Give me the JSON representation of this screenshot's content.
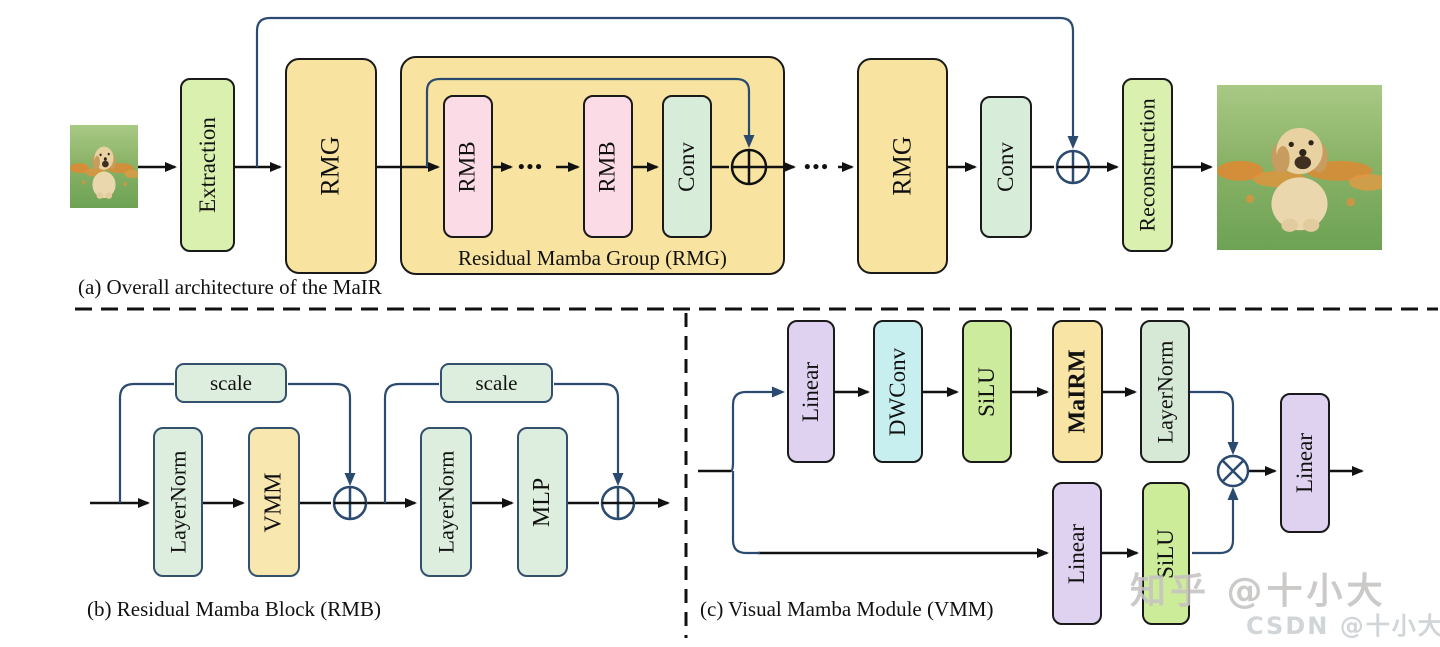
{
  "panels": {
    "a": {
      "caption": "(a) Overall architecture of the MaIR",
      "group_label": "Residual Mamba Group (RMG)",
      "ellipsis": "•••",
      "nodes": {
        "extraction": "Extraction",
        "rmg1": "RMG",
        "rmb1": "RMB",
        "rmb2": "RMB",
        "conv_inner": "Conv",
        "rmg2": "RMG",
        "conv_outer": "Conv",
        "reconstruction": "Reconstruction"
      }
    },
    "b": {
      "caption": "(b) Residual Mamba Block (RMB)",
      "nodes": {
        "scale1": "scale",
        "layernorm1": "LayerNorm",
        "vmm": "VMM",
        "scale2": "scale",
        "layernorm2": "LayerNorm",
        "mlp": "MLP"
      }
    },
    "c": {
      "caption": "(c) Visual Mamba Module (VMM)",
      "nodes": {
        "linear_top": "Linear",
        "dwconv": "DWConv",
        "silu_top": "SiLU",
        "mairm": "MaIRM",
        "layernorm": "LayerNorm",
        "linear_bottom": "Linear",
        "silu_bottom": "SiLU",
        "linear_out": "Linear"
      }
    }
  },
  "operators": {
    "add": "⊕",
    "multiply": "⊗"
  },
  "watermark": {
    "line1": "知乎 @十小大",
    "line2": "CSDN @十小大"
  },
  "colors": {
    "line_black": "#111111",
    "line_navy": "#2b4a70",
    "yellow": "#f8e4a0",
    "pink": "#fadbe6",
    "mint": "#d7ecd9",
    "green_light": "#d9f0ae",
    "mint_b": "#ddeede",
    "yellow_b": "#f9e7b0",
    "purple": "#ded2f0",
    "cyan": "#c7eff0",
    "green_c": "#cdeb9c",
    "mint_c": "#d6e9d6"
  }
}
